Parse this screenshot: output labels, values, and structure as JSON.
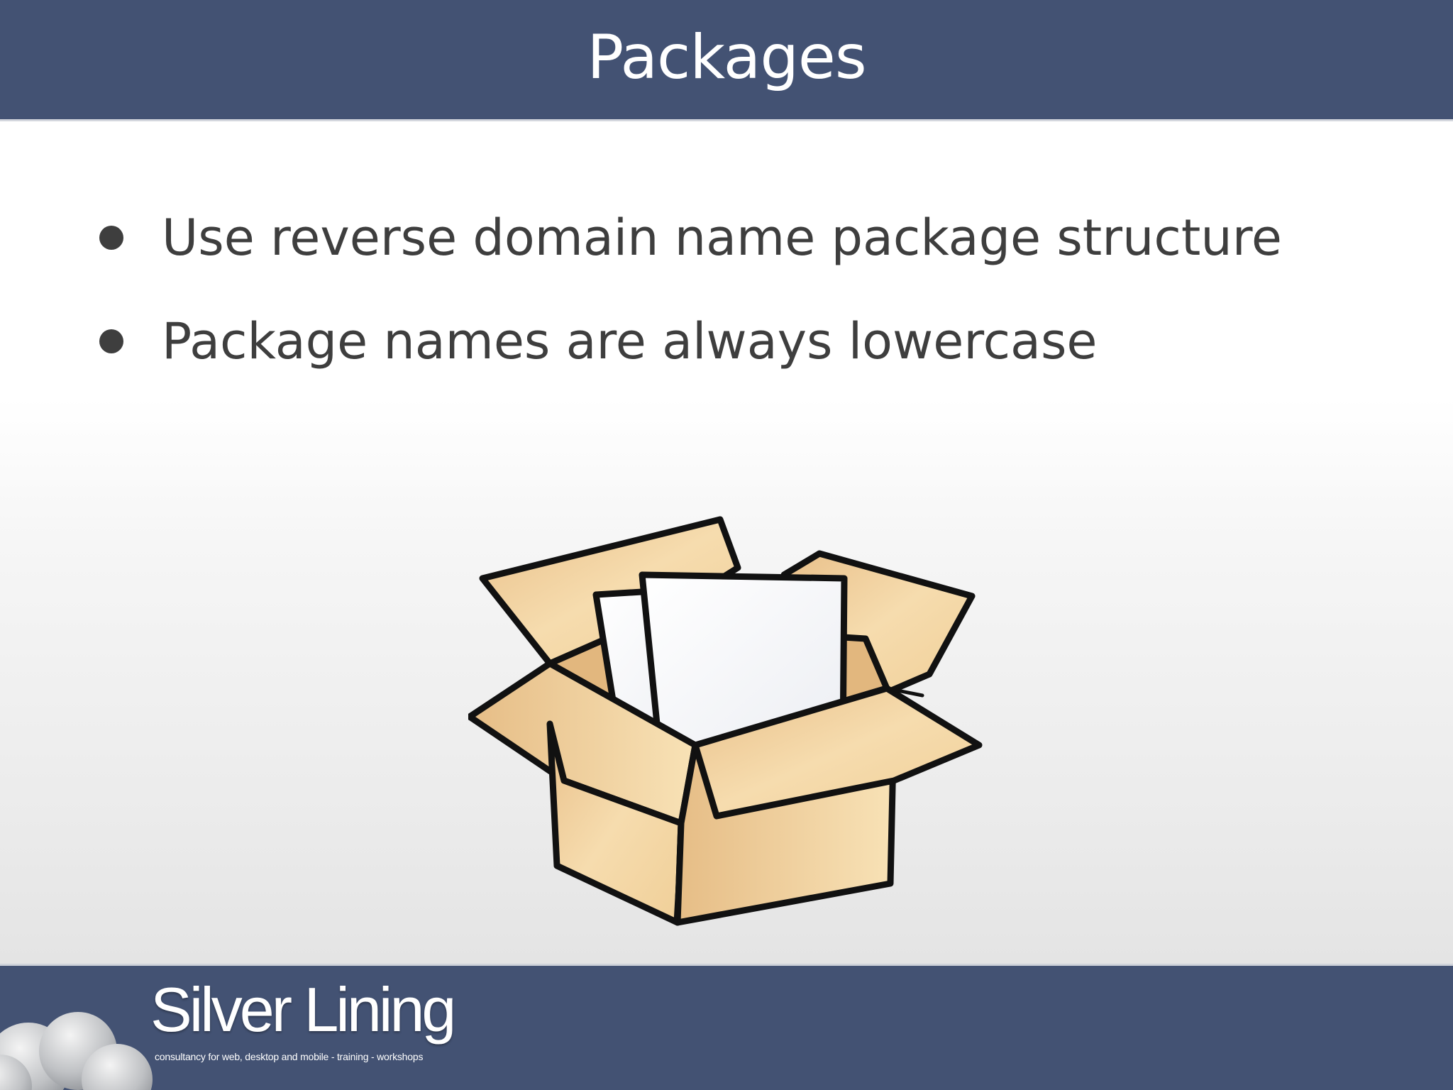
{
  "slide": {
    "title": "Packages",
    "bullets": [
      "Use reverse domain name package structure",
      "Package names are always lowercase"
    ]
  },
  "illustration": {
    "icon": "open-cardboard-box-icon",
    "colors": {
      "cardboard": "#f2d3a4",
      "outline": "#111111",
      "paper": "#ffffff"
    }
  },
  "footer": {
    "brand": "Silver Lining",
    "tagline": "consultancy for web, desktop and mobile - training - workshops",
    "icon": "cloud-icon"
  },
  "colors": {
    "header_bg": "#435273",
    "footer_bg": "#435273",
    "body_text": "#3e3e3e",
    "title_text": "#ffffff"
  }
}
